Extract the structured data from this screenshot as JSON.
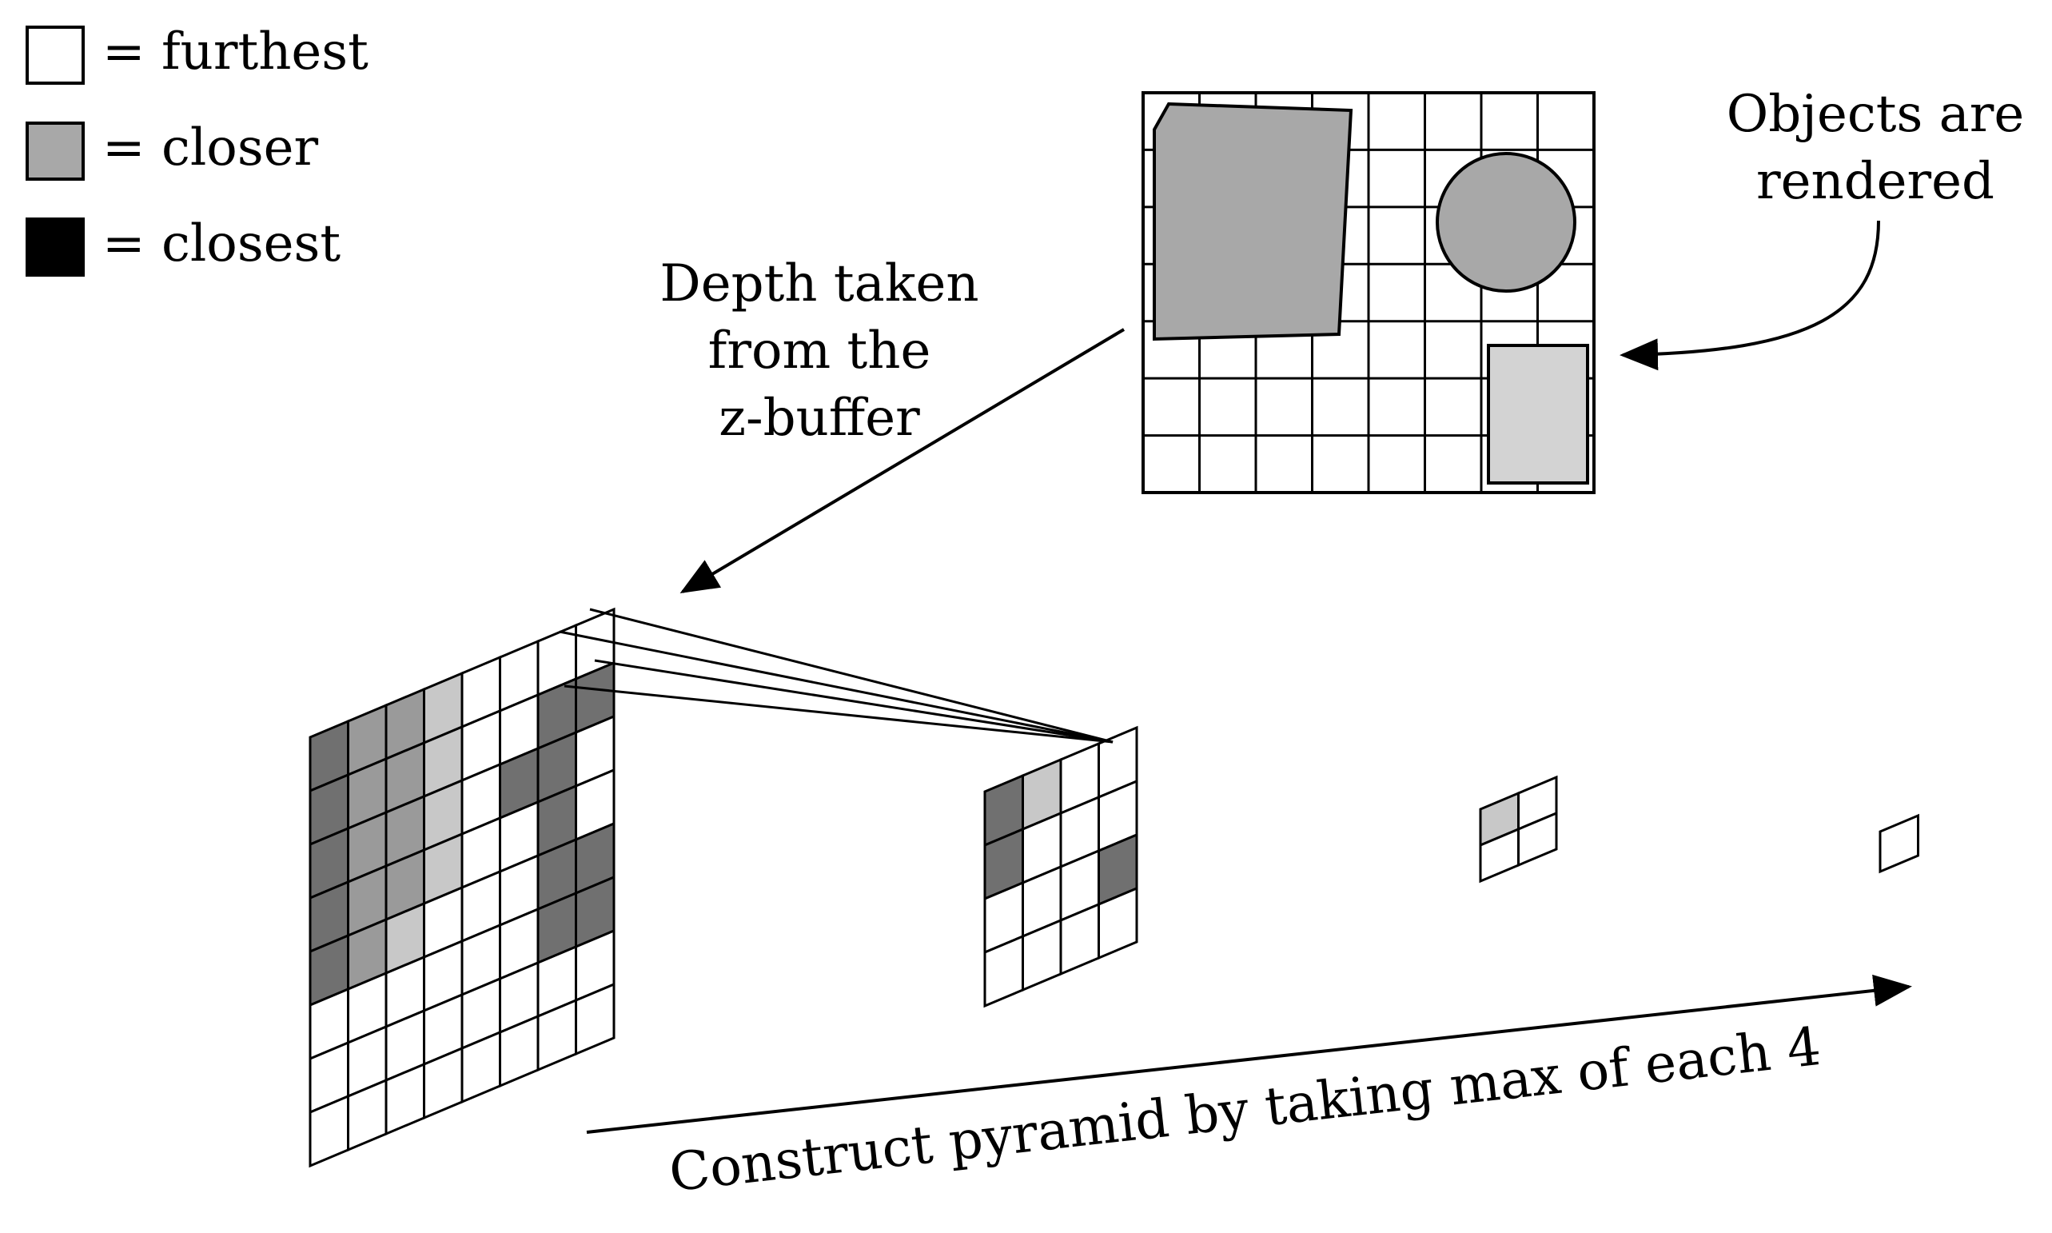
{
  "legend": [
    {
      "label": "= furthest",
      "swatch": "#ffffff"
    },
    {
      "label": "= closer",
      "swatch": "#a8a8a8"
    },
    {
      "label": "= closest",
      "swatch": "#000000"
    }
  ],
  "labels": {
    "objects": [
      "Objects are",
      "rendered"
    ],
    "depth": [
      "Depth taken",
      "from the",
      "z-buffer"
    ],
    "pyramid": "Construct pyramid by taking max of each 4"
  },
  "colors": {
    "white": "#ffffff",
    "light": "#c8c8c8",
    "medium": "#9a9a9a",
    "dark": "#707070",
    "ink": "#000000"
  },
  "levels": [
    {
      "size": 8,
      "cells": [
        "DMMLWWWW",
        "DMMLWWDD",
        "DMMLWDDW",
        "DMMLWWDW",
        "DMLWWWDD",
        "WWWWWWDD",
        "WWWWWWWW",
        "WWWWWWWW"
      ]
    },
    {
      "size": 4,
      "cells": [
        "DLWW",
        "DWWW",
        "WWWD",
        "WWWW"
      ]
    },
    {
      "size": 2,
      "cells": [
        "LW",
        "WW"
      ]
    },
    {
      "size": 1,
      "cells": [
        "W"
      ]
    }
  ],
  "render_panel": {
    "grid": {
      "cols": 8,
      "rows": 7
    },
    "objects": [
      {
        "name": "quad",
        "shape": "polygon",
        "fill": "#a8a8a8"
      },
      {
        "name": "circle",
        "shape": "circle",
        "fill": "#a8a8a8"
      },
      {
        "name": "rectangle",
        "shape": "rect",
        "fill": "#d3d3d3"
      }
    ]
  }
}
